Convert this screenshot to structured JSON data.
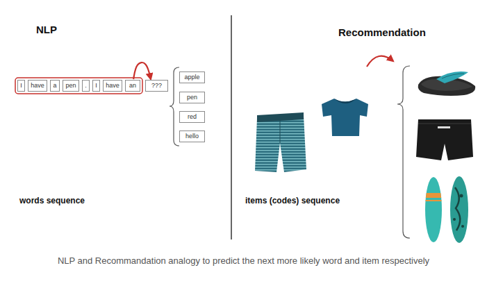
{
  "diagram": {
    "caption": "NLP and Recommandation analogy to predict the next more likely word and item respectively",
    "nodes": [
      {
        "text": [
          "I"
        ]
      },
      {
        "text": [
          "have"
        ]
      },
      {
        "text": [
          "a"
        ]
      },
      {
        "text": [
          "pen"
        ]
      },
      {
        "text": [
          "."
        ]
      },
      {
        "text": [
          "I"
        ]
      },
      {
        "text": [
          "have"
        ]
      },
      {
        "text": [
          "an"
        ]
      },
      {
        "text": [
          "???"
        ]
      },
      {
        "text": [
          "apple"
        ]
      },
      {
        "text": [
          "pen"
        ]
      },
      {
        "text": [
          "red"
        ]
      },
      {
        "text": [
          "hello"
        ]
      }
    ],
    "edges": [
      {
        "from": 7,
        "to": 8,
        "arrow": "to"
      }
    ],
    "labels": [
      "NLP",
      "Recommendation",
      "words sequence",
      "items (codes) sequence"
    ]
  }
}
